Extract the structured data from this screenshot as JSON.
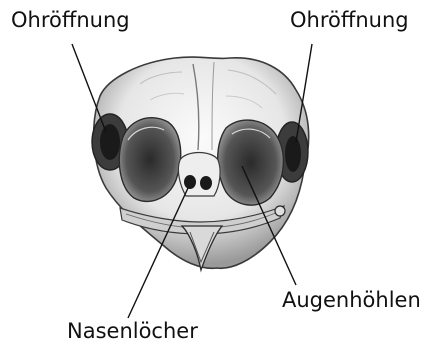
{
  "labels": {
    "ear_left": "Ohröffnung",
    "ear_right": "Ohröffnung",
    "eye_sockets": "Augenhöhlen",
    "nostrils": "Nasenlöcher"
  },
  "colors": {
    "ink": "#111111",
    "bone": "#f2f2f2",
    "shade": "#8a8a8a",
    "dark": "#3a3a3a"
  }
}
